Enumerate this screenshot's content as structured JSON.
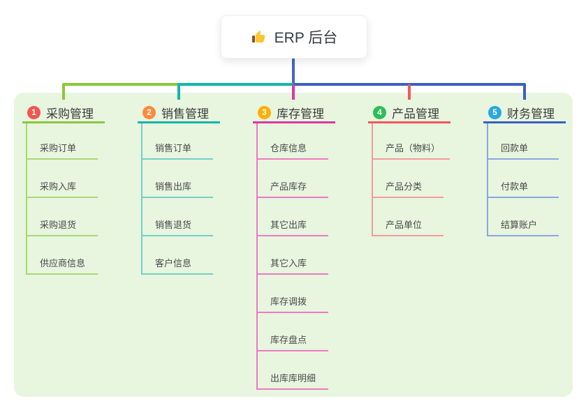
{
  "root": {
    "label": "ERP 后台",
    "icon": "thumbs-up-icon",
    "line_color": "#4565c8"
  },
  "panel_color": "#e8f5df",
  "branches": [
    {
      "index": "1",
      "label": "采购管理",
      "badge_color": "#f2564f",
      "line_color": "#8cc63e",
      "child_line_color": "#a9d873",
      "children": [
        "采购订单",
        "采购入库",
        "采购退货",
        "供应商信息"
      ]
    },
    {
      "index": "2",
      "label": "销售管理",
      "badge_color": "#ff8a3c",
      "line_color": "#12b5ab",
      "child_line_color": "#74cfc6",
      "children": [
        "销售订单",
        "销售出库",
        "销售退货",
        "客户信息"
      ]
    },
    {
      "index": "3",
      "label": "库存管理",
      "badge_color": "#ffae00",
      "line_color": "#d938a2",
      "child_line_color": "#ef79c5",
      "children": [
        "仓库信息",
        "产品库存",
        "其它出库",
        "其它入库",
        "库存调拨",
        "库存盘点",
        "出库库明细"
      ]
    },
    {
      "index": "4",
      "label": "产品管理",
      "badge_color": "#2ebd59",
      "line_color": "#f5565a",
      "child_line_color": "#f49b9b",
      "children": [
        "产品（物料）",
        "产品分类",
        "产品单位"
      ]
    },
    {
      "index": "5",
      "label": "财务管理",
      "badge_color": "#27a8e0",
      "line_color": "#3c5fc2",
      "child_line_color": "#8ca6e0",
      "children": [
        "回款单",
        "付款单",
        "结算账户"
      ]
    }
  ]
}
